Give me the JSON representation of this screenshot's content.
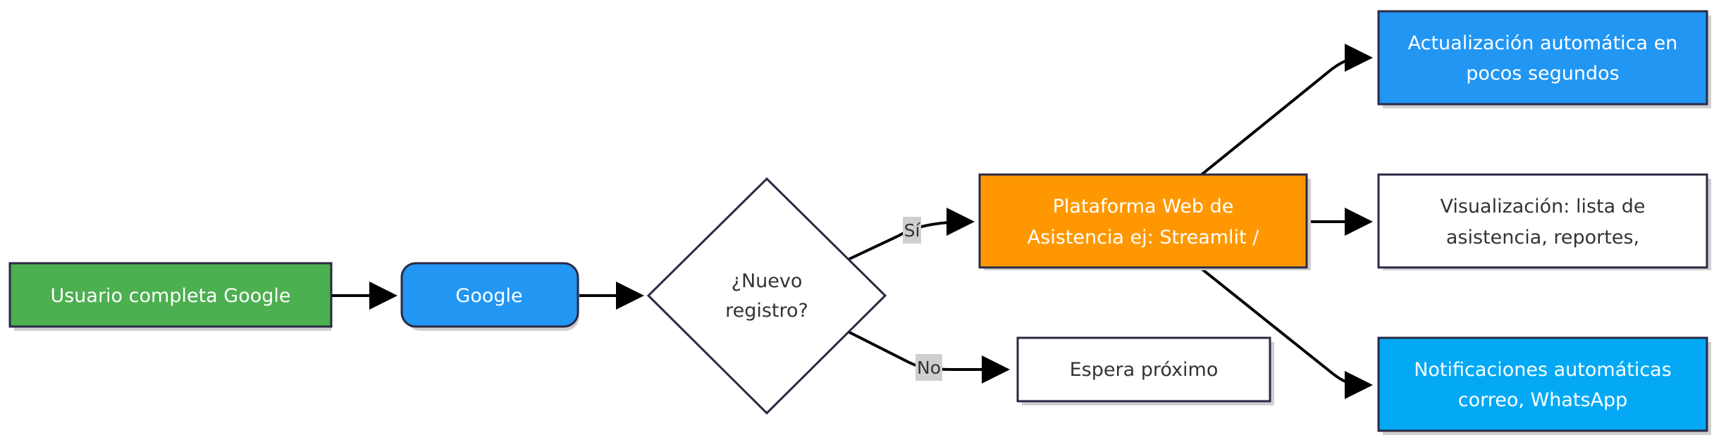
{
  "nodes": {
    "form": {
      "text": "Usuario completa Google",
      "fill": "#4caf50",
      "text_color": "#ffffff"
    },
    "google": {
      "text": "Google",
      "fill": "#2196f3",
      "text_color": "#ffffff"
    },
    "decision": {
      "line1": "¿Nuevo",
      "line2": "registro?",
      "fill": "#ffffff",
      "text_color": "#333333"
    },
    "platform": {
      "line1": "Plataforma Web de",
      "line2": "Asistencia ej: Streamlit /",
      "fill": "#ff9800",
      "text_color": "#ffffff"
    },
    "wait": {
      "text": "Espera próximo",
      "fill": "#ffffff",
      "text_color": "#333333"
    },
    "update": {
      "line1": "Actualización automática en",
      "line2": "pocos segundos",
      "fill": "#2196f3",
      "text_color": "#ffffff"
    },
    "visual": {
      "line1": "Visualización: lista de",
      "line2": "asistencia, reportes,",
      "fill": "#ffffff",
      "text_color": "#333333"
    },
    "notify": {
      "line1": "Notificaciones automáticas",
      "line2": "correo, WhatsApp",
      "fill": "#03a9f4",
      "text_color": "#ffffff"
    }
  },
  "edge_labels": {
    "yes": "Sí",
    "no": "No"
  },
  "colors": {
    "border": "#2a2a44",
    "edge": "#000000",
    "shadow": "#cfcfcf"
  }
}
